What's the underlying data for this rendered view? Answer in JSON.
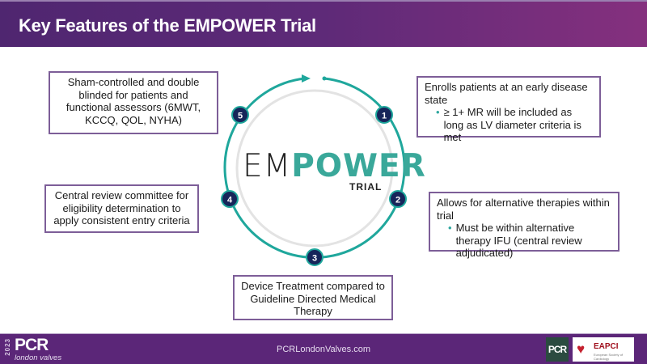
{
  "header": {
    "title": "Key Features of the EMPOWER Trial"
  },
  "logo": {
    "em": "EM",
    "power": "POWER",
    "trial": "TRIAL"
  },
  "steps": [
    "1",
    "2",
    "3",
    "4",
    "5"
  ],
  "features": {
    "top_left": "Sham-controlled and double blinded for patients and functional assessors (6MWT, KCCQ, QOL, NYHA)",
    "top_right": {
      "main": "Enrolls patients at an early disease state",
      "sub": "≥ 1+ MR will be included as long as LV diameter criteria is met"
    },
    "left": "Central review committee for eligibility determination to apply consistent entry criteria",
    "right": {
      "main": "Allows for alternative therapies within trial",
      "sub": "Must be within alternative therapy IFU (central review adjudicated)"
    },
    "bottom": "Device Treatment compared to Guideline Directed Medical Therapy"
  },
  "bullet_char": "•",
  "footer": {
    "year": "2023",
    "brand": "PCR",
    "brand_sub": "london valves",
    "url": "PCRLondonValves.com",
    "partner_pcr": "PCR",
    "partner_eapci": "EAPCI",
    "partner_eapci_sub": "European Society of Cardiology"
  },
  "colors": {
    "teal": "#1fa79c",
    "navy": "#16255a",
    "purple": "#5b2678",
    "box_border": "#7d5e98"
  }
}
